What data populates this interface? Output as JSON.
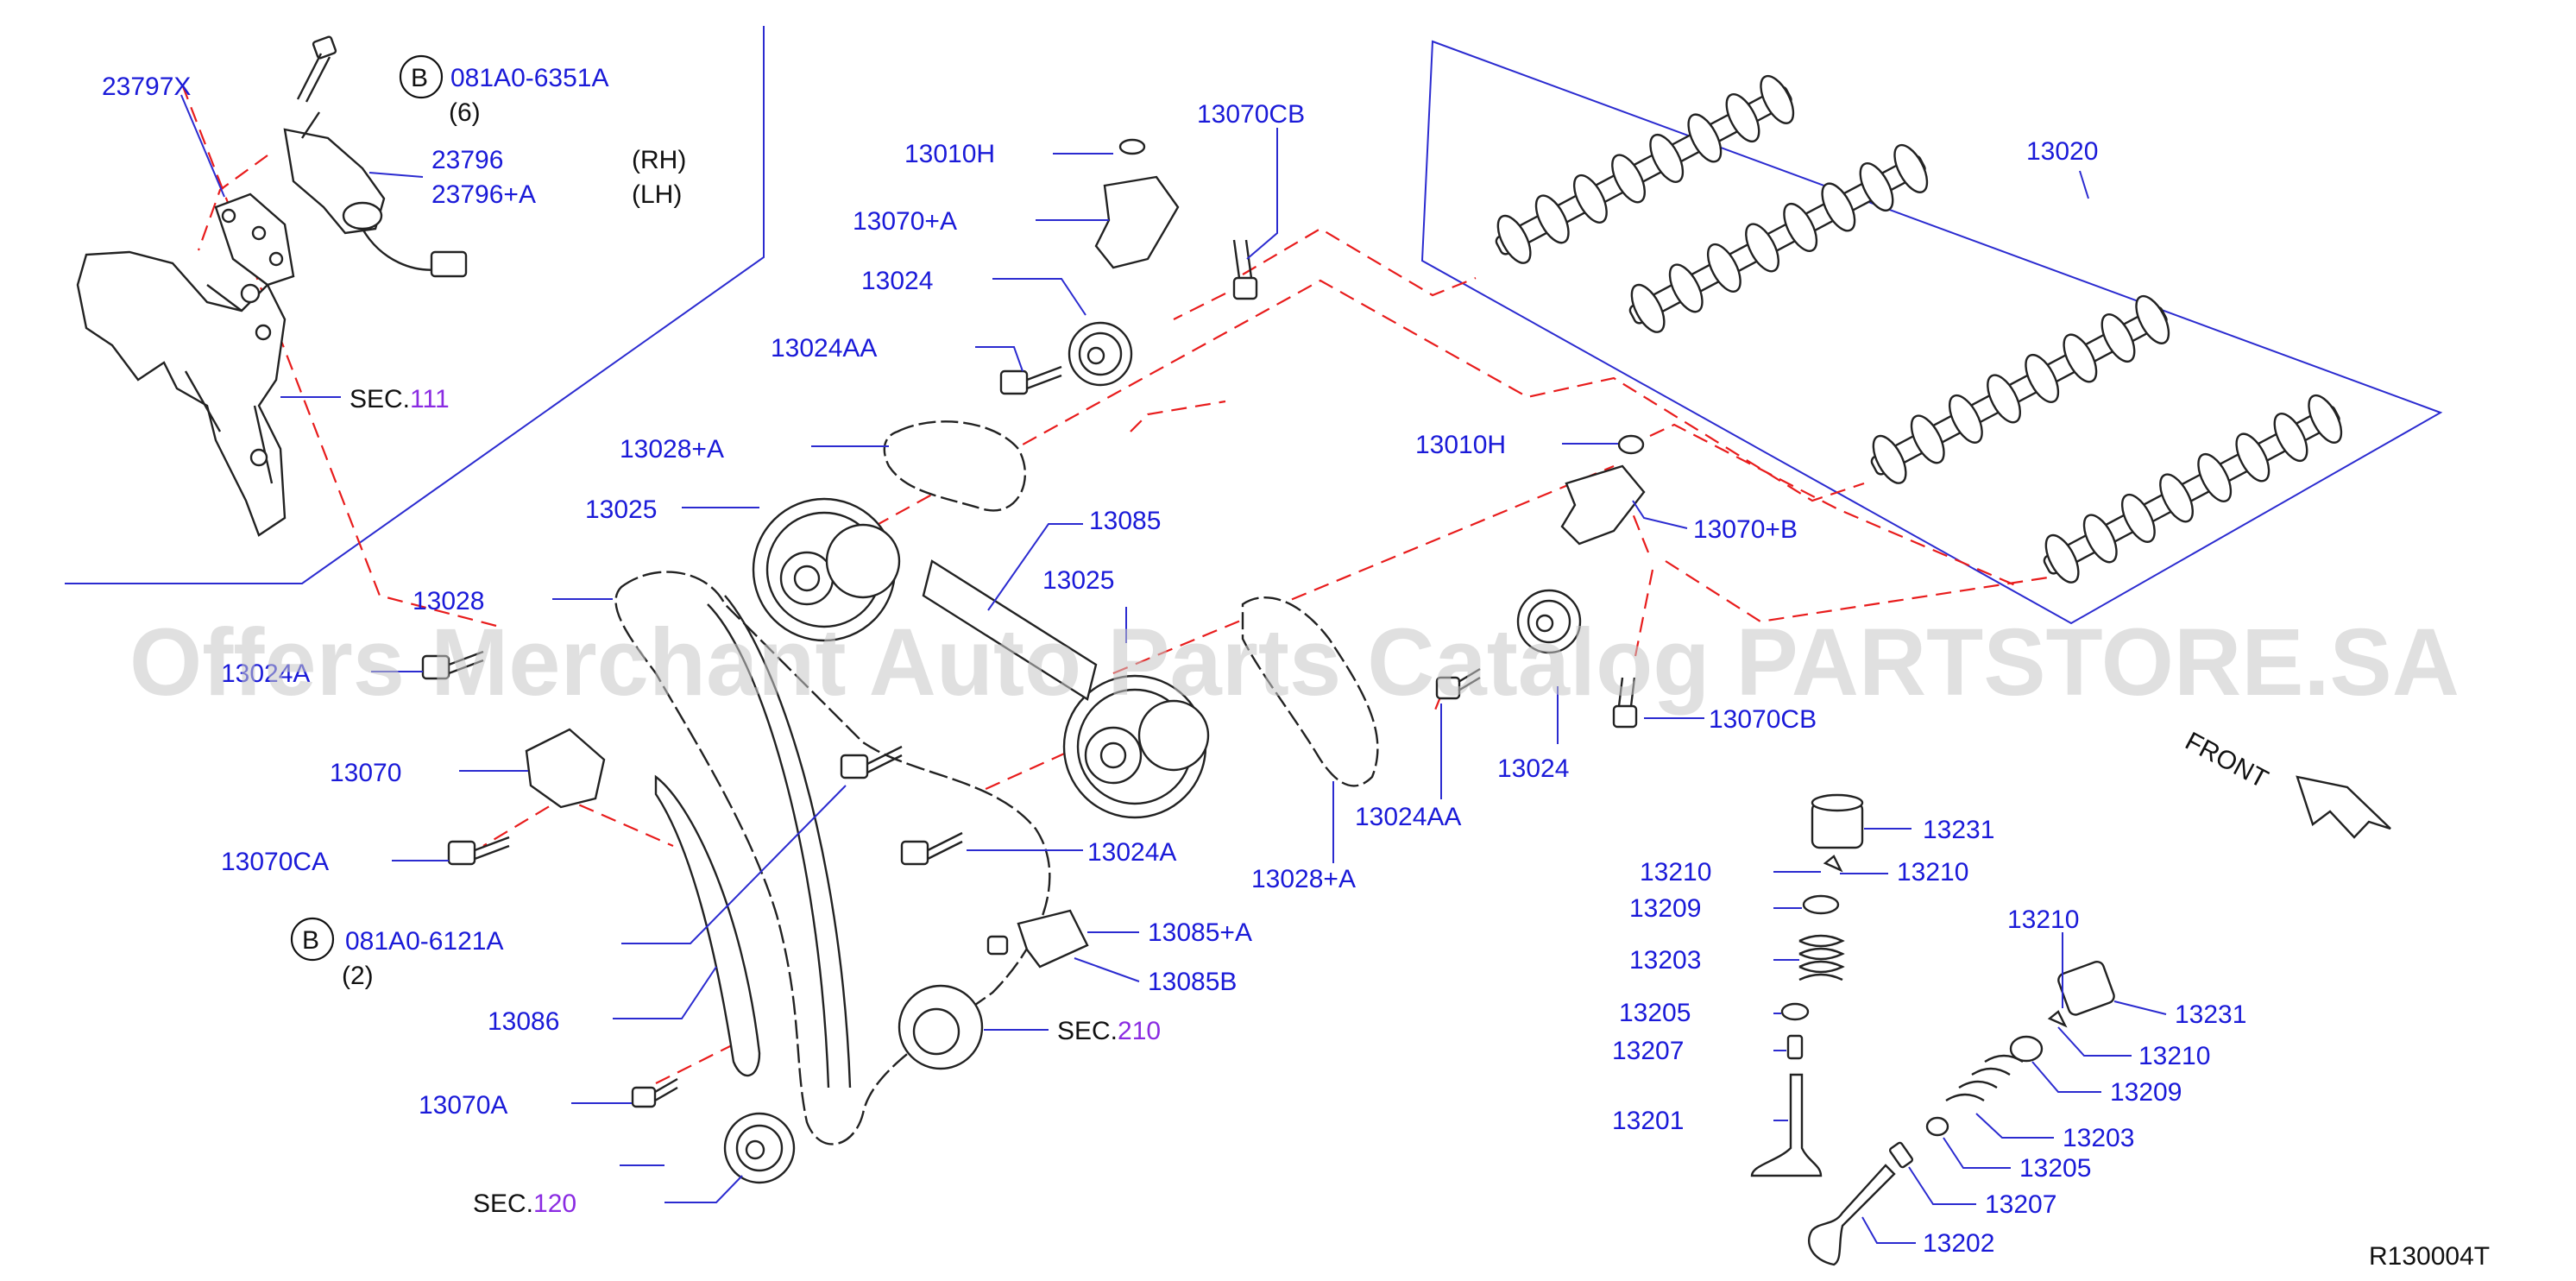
{
  "colors": {
    "label": "#1a1ad8",
    "leader": "#2b2bd0",
    "dashed_line": "#e81c1c",
    "sec_number": "#8a2be2",
    "watermark": "#c8c8c8"
  },
  "watermark": "Offers Merchant Auto Parts Catalog PARTSTORE.SA",
  "diagram_id": "R130004T",
  "front_label": "FRONT",
  "labels": {
    "p23797x": "23797X",
    "bolt_b1": "081A0-6351A",
    "bolt_b1_qty": "(6)",
    "p23796": "23796",
    "p23796a": "23796+A",
    "rh": "(RH)",
    "lh": "(LH)",
    "sec111_text": "SEC.",
    "sec111_num": "111",
    "p13010h_top": "13010H",
    "p13070cb_top": "13070CB",
    "p13070a_plus": "13070+A",
    "p13024_top": "13024",
    "p13024aa_top": "13024AA",
    "p13020": "13020",
    "p13028a_top": "13028+A",
    "p13025_left": "13025",
    "p13085": "13085",
    "p13025_mid": "13025",
    "p13028": "13028",
    "p13024a_left": "13024A",
    "p13010h_right": "13010H",
    "p13070b_plus": "13070+B",
    "p13070cb_right": "13070CB",
    "p13024_right": "13024",
    "p13024aa_right": "13024AA",
    "p13028a_right": "13028+A",
    "p13070": "13070",
    "p13070ca": "13070CA",
    "p13024a_mid": "13024A",
    "bolt_b2": "081A0-6121A",
    "bolt_b2_qty": "(2)",
    "p13085a": "13085+A",
    "p13085b": "13085B",
    "p13086": "13086",
    "sec210_text": "SEC.",
    "sec210_num": "210",
    "p13070a": "13070A",
    "sec120_text": "SEC.",
    "sec120_num": "120",
    "p13231_a": "13231",
    "p13210_a": "13210",
    "p13210_b": "13210",
    "p13209_a": "13209",
    "p13203_a": "13203",
    "p13205_a": "13205",
    "p13207_a": "13207",
    "p13201": "13201",
    "p13210_c": "13210",
    "p13231_b": "13231",
    "p13210_d": "13210",
    "p13209_b": "13209",
    "p13203_b": "13203",
    "p13205_b": "13205",
    "p13207_b": "13207",
    "p13202": "13202",
    "circle_b": "B"
  }
}
